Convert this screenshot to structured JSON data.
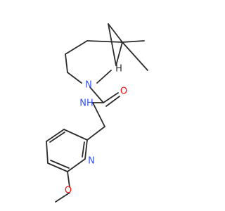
{
  "molecule": {
    "labels": {
      "n_ring": "N",
      "h_bridgehead": "H",
      "o_carbonyl": "O",
      "nh_amide": "NH",
      "n_pyridine": "N",
      "o_methoxy": "O"
    },
    "colors": {
      "bond": "#2b2b2b",
      "nitrogen": "#3050f8",
      "oxygen": "#ff0d0d",
      "hydrogen": "#2b2b2b"
    }
  }
}
